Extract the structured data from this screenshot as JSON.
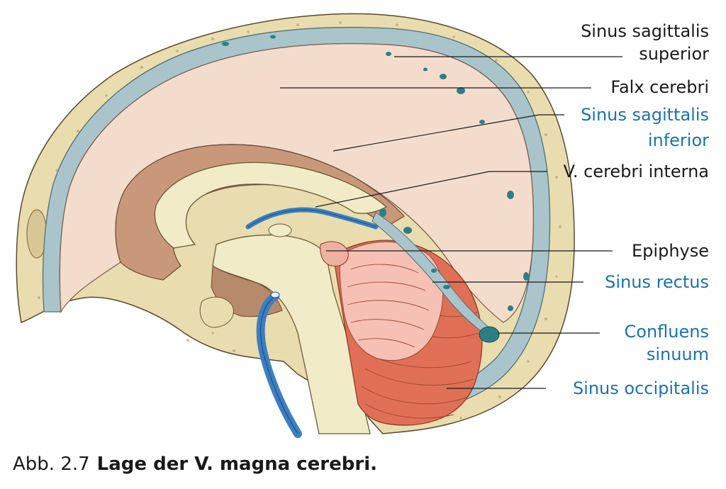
{
  "colors": {
    "black_label": "#1a1a1a",
    "blue_label": "#1a72b0",
    "bone": "#e9dcae",
    "bone_pore": "#c9b27a",
    "sinus": "#a9c5cb",
    "sinus_dark": "#2d7f86",
    "falx": "#f4dccd",
    "brain": "#c9987a",
    "corpus": "#f2ebc8",
    "vein": "#3b7fc1",
    "cerebellum": "#e07055",
    "vermis": "#f6c1b4"
  },
  "labels": {
    "sinus_sag_sup_1": "Sinus sagittalis",
    "sinus_sag_sup_2": "superior",
    "falx": "Falx cerebri",
    "sinus_sag_inf_1": "Sinus sagittalis",
    "sinus_sag_inf_2": "inferior",
    "v_cerebri": "V. cerebri interna",
    "epiphyse": "Epiphyse",
    "sinus_rectus": "Sinus rectus",
    "confluens_1": "Confluens",
    "confluens_2": "sinuum",
    "sinus_occ": "Sinus occipitalis"
  },
  "caption": {
    "number": "Abb. 2.7",
    "title": "Lage der V. magna cerebri."
  }
}
